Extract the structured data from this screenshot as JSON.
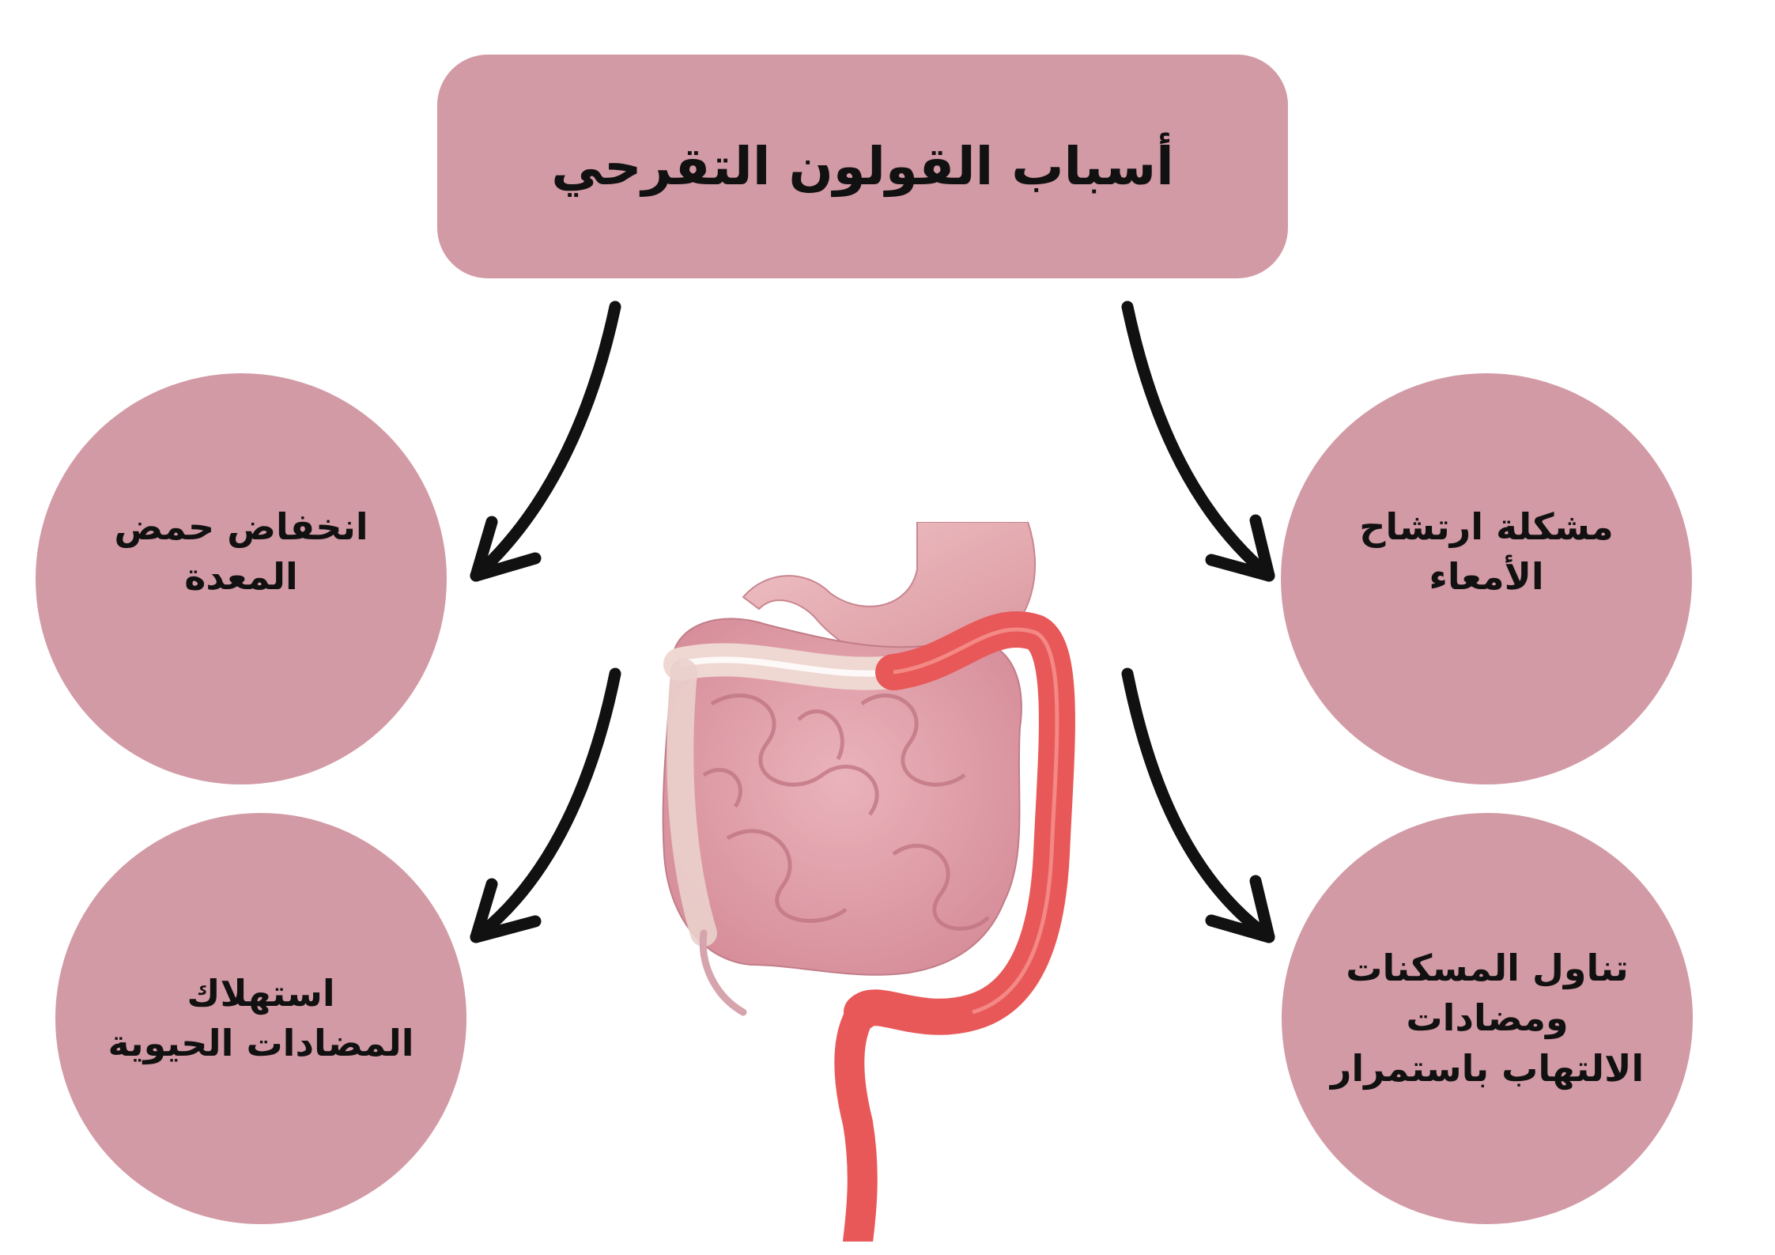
{
  "title": "أسباب القولون التقرحي",
  "causes": [
    {
      "text": "انخفاض حمض المعدة"
    },
    {
      "text": "مشكلة ارتشاح الأمعاء"
    },
    {
      "text": "استهلاك المضادات الحيوية"
    },
    {
      "text": "تناول المسكنات ومضادات الالتهاب باستمرار"
    }
  ],
  "colors": {
    "box_fill": "#d29aa5",
    "arrow": "#111111",
    "text": "#111111",
    "colon_highlight": "#e85858",
    "intestine": "#e8aab3"
  },
  "icons": [
    "arrow-icon",
    "digestive-system-illustration"
  ]
}
